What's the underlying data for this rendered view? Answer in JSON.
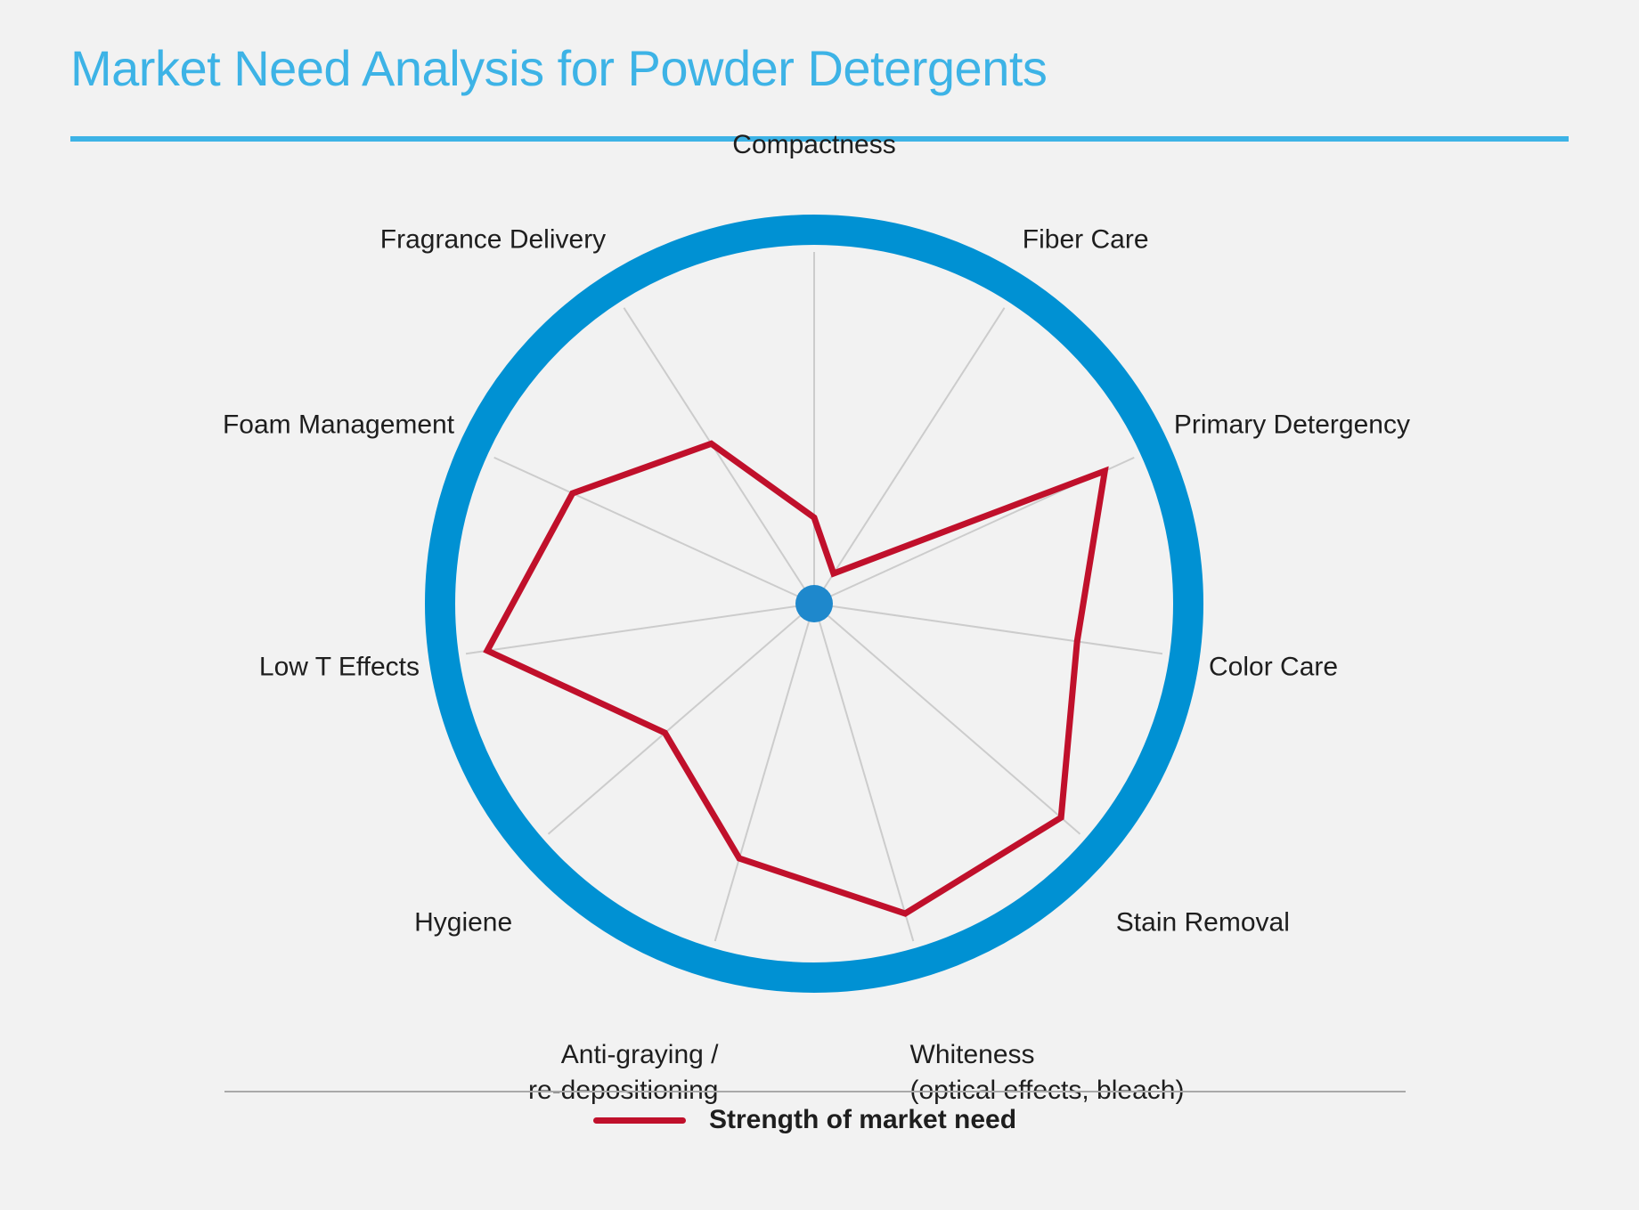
{
  "chart_data": {
    "type": "radar",
    "title": "Market Need Analysis for Powder Detergents",
    "axes": [
      {
        "lines": [
          "Compactness"
        ],
        "anchor": "middle"
      },
      {
        "lines": [
          "Fiber Care"
        ],
        "anchor": "start"
      },
      {
        "lines": [
          "Primary Detergency"
        ],
        "anchor": "start"
      },
      {
        "lines": [
          "Color Care"
        ],
        "anchor": "start"
      },
      {
        "lines": [
          "Stain Removal"
        ],
        "anchor": "start"
      },
      {
        "lines": [
          "Whiteness",
          "(optical effects, bleach)"
        ],
        "anchor": "start"
      },
      {
        "lines": [
          "Anti-graying /",
          "re-depositioning"
        ],
        "anchor": "end"
      },
      {
        "lines": [
          "Hygiene"
        ],
        "anchor": "end"
      },
      {
        "lines": [
          "Low T Effects"
        ],
        "anchor": "end"
      },
      {
        "lines": [
          "Foam Management"
        ],
        "anchor": "end"
      },
      {
        "lines": [
          "Fragrance Delivery"
        ],
        "anchor": "end"
      }
    ],
    "series": [
      {
        "name": "Strength of market need",
        "values": [
          0.24,
          0.1,
          0.89,
          0.74,
          0.91,
          0.9,
          0.74,
          0.55,
          0.92,
          0.74,
          0.53
        ],
        "color": "#c0102b"
      }
    ],
    "range": [
      0,
      1
    ],
    "colors": {
      "ring": "#0091d3",
      "center": "#1e88cc",
      "spokes": "#cccccc",
      "title": "#3db3e6"
    }
  }
}
